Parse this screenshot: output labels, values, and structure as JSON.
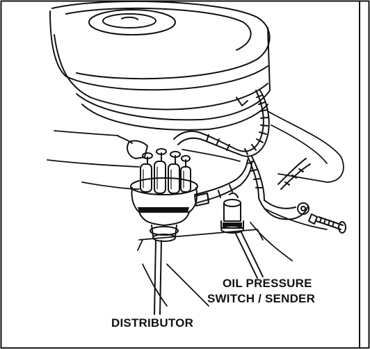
{
  "labels": {
    "oil_pressure_line1": "OIL PRESSURE",
    "oil_pressure_line2": "SWITCH / SENDER",
    "distributor": "DISTRIBUTOR"
  },
  "colors": {
    "ink": "#111111",
    "paper": "#ffffff"
  }
}
